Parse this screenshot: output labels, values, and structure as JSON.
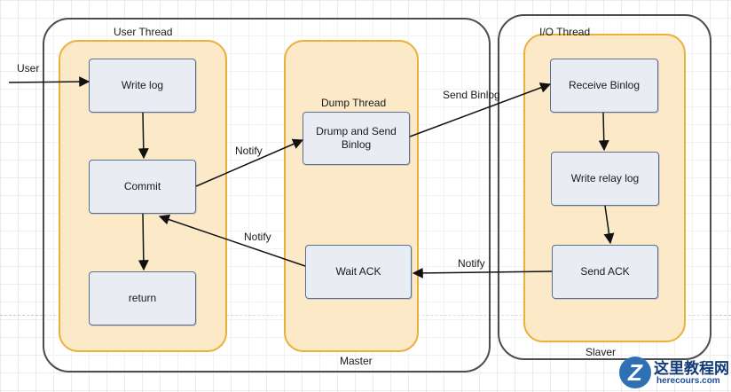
{
  "containers": {
    "master_label": "Master",
    "slaver_label": "Slaver"
  },
  "lanes": {
    "user_thread": "User Thread",
    "dump_thread": "Dump Thread",
    "io_thread": "I/O Thread"
  },
  "nodes": {
    "write_log": "Write log",
    "commit": "Commit",
    "return": "return",
    "dump_send": "Drump and Send Binlog",
    "wait_ack": "Wait ACK",
    "receive_binlog": "Receive Binlog",
    "write_relay_log": "Write relay log",
    "send_ack": "Send ACK"
  },
  "edge_labels": {
    "user": "User",
    "notify_commit_dump": "Notify",
    "notify_wait_commit": "Notify",
    "send_binlog": "Send Binlog",
    "notify_sendack_wait": "Notify"
  },
  "watermark": {
    "badge": "Z",
    "title": "这里教程网",
    "url": "herecours.com"
  },
  "colors": {
    "lane_fill": "#fce9c8",
    "lane_border": "#e8b23a",
    "node_fill": "#e9ecf2",
    "node_border": "#5a6f94",
    "container_border": "#4d4d4d"
  }
}
